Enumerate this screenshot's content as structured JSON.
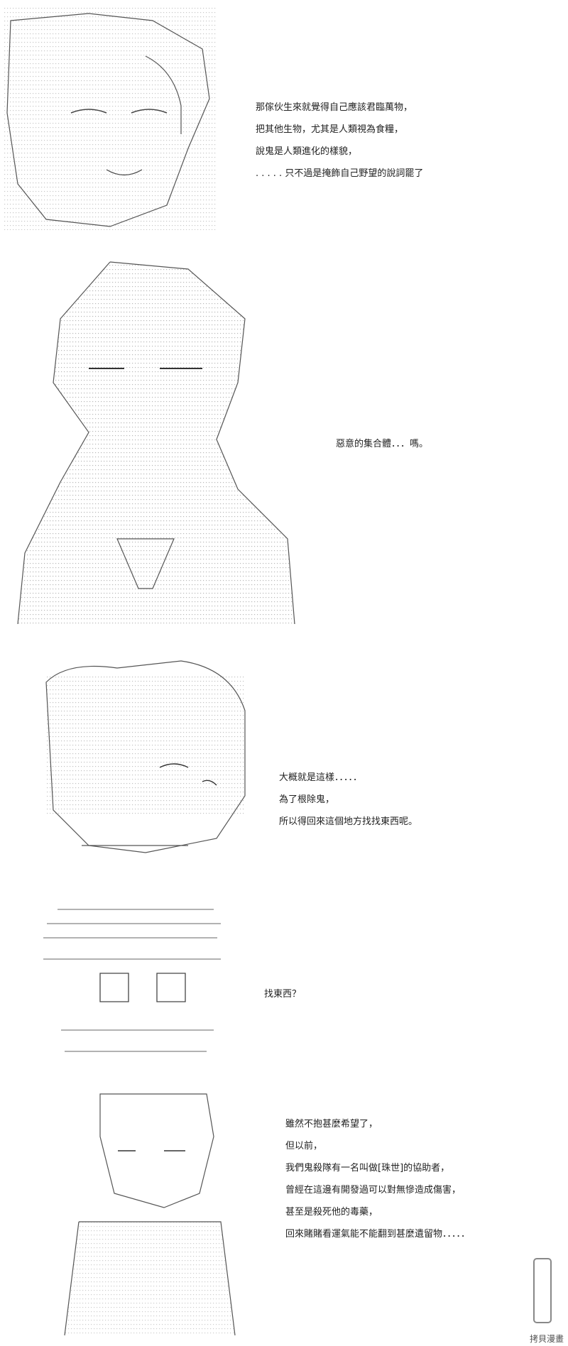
{
  "panels": [
    {
      "lines": [
        "那傢伙生來就覺得自己應該君臨萬物，",
        "把其他生物，尤其是人類視為食糧，",
        "說鬼是人類進化的樣貌，",
        ". . . . . 只不過是掩飾自己野望的說詞罷了"
      ]
    },
    {
      "lines": [
        "惡意的集合體．．．嗎。"
      ]
    },
    {
      "lines": [
        "大概就是這樣．．．．．",
        "為了根除鬼，",
        "所以得回來這個地方找找東西呢。"
      ]
    },
    {
      "lines": [
        "找東西？"
      ]
    },
    {
      "lines": [
        "雖然不抱甚麼希望了，",
        "但以前，",
        "我們鬼殺隊有一名叫做[珠世]的協助者，",
        "曾經在這邊有開發過可以對無慘造成傷害，",
        "甚至是殺死他的毒藥，",
        "回來賭賭看運氣能不能翻到甚麼遺留物．．．．．"
      ]
    }
  ],
  "watermark": {
    "text": "拷貝漫畫"
  }
}
